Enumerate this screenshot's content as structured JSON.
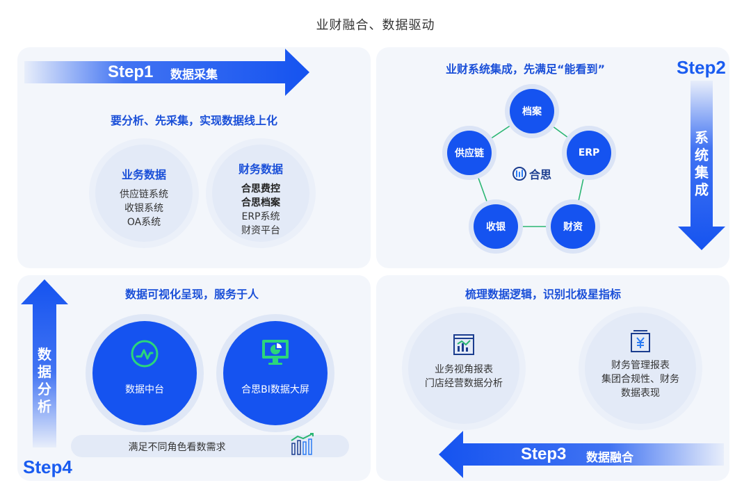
{
  "page_title": "业财融合、数据驱动",
  "colors": {
    "primary": "#1553f0",
    "accent_green": "#2bb673",
    "panel_bg": "#f3f6fb"
  },
  "step1": {
    "label": "Step1",
    "name": "数据采集",
    "heading": "要分析、先采集，实现数据线上化",
    "business": {
      "title": "业务数据",
      "items": [
        "供应链系统",
        "收银系统",
        "OA系统"
      ]
    },
    "finance": {
      "title": "财务数据",
      "items_bold": [
        "合思费控",
        "合思档案"
      ],
      "items": [
        "ERP系统",
        "财资平台"
      ]
    }
  },
  "step2": {
    "label": "Step2",
    "name": "系统集成",
    "heading": "业财系统集成，先满足“能看到”",
    "nodes": [
      "档案",
      "ERP",
      "财资",
      "收银",
      "供应链"
    ],
    "logo_text": "合思"
  },
  "step3": {
    "label": "Step3",
    "name": "数据融合",
    "heading": "梳理数据逻辑，识别北极星指标",
    "report_business": [
      "业务视角报表",
      "门店经营数据分析"
    ],
    "report_finance": [
      "财务管理报表",
      "集团合规性、财务",
      "数据表现"
    ]
  },
  "step4": {
    "label": "Step4",
    "name": "数据分析",
    "heading": "数据可视化呈现，服务于人",
    "center_label": "数据中台",
    "screen_label": "合思BI数据大屏",
    "need_text": "满足不同角色看数需求"
  }
}
